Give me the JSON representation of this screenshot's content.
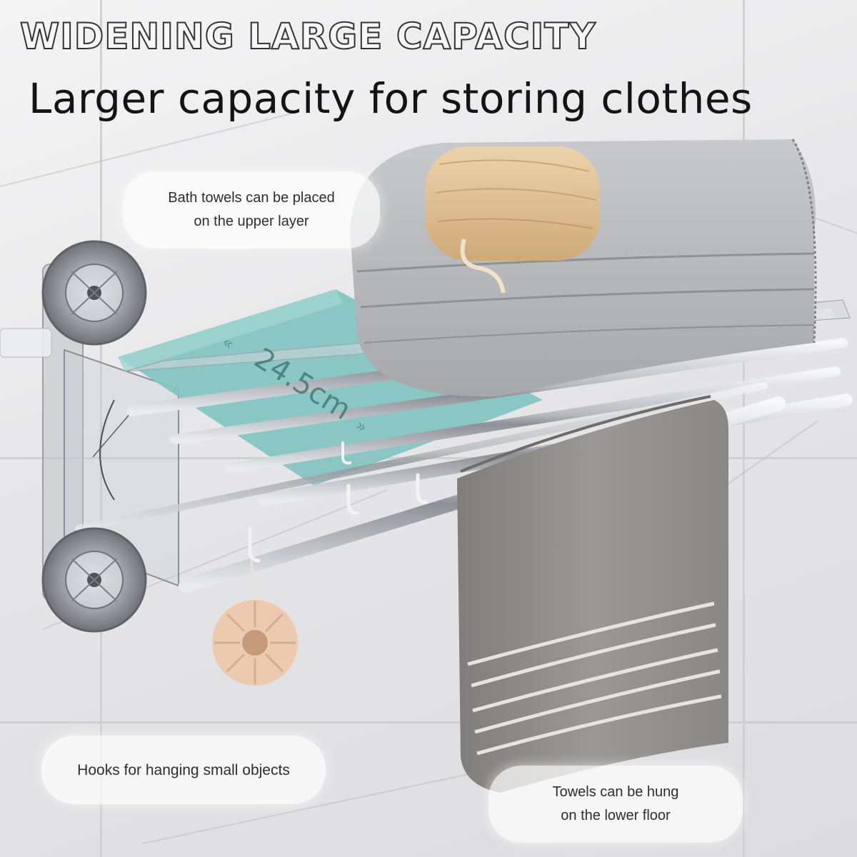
{
  "headline": {
    "outline_text": "WIDENING LARGE CAPACITY",
    "main_text": "Larger capacity for storing clothes"
  },
  "callouts": {
    "upper": [
      "Bath towels can be placed",
      "on the upper layer"
    ],
    "hooks": [
      "Hooks for hanging small objects"
    ],
    "lower": [
      "Towels can be hung",
      "on the lower floor"
    ]
  },
  "dimension": {
    "label": "24.5cm"
  },
  "colors": {
    "wall": "#e6e6e8",
    "accent_band": "#7fc3c0",
    "chrome": "#c9ccd0",
    "towel_light": "#b9bbbe",
    "towel_dark": "#8f8c8a",
    "sponge": "#dfc195",
    "scrubber": "#eccab0"
  },
  "icons": {
    "top_suction": "suction-cup-icon",
    "bottom_suction": "suction-cup-icon",
    "hooks": "hook-icon"
  }
}
